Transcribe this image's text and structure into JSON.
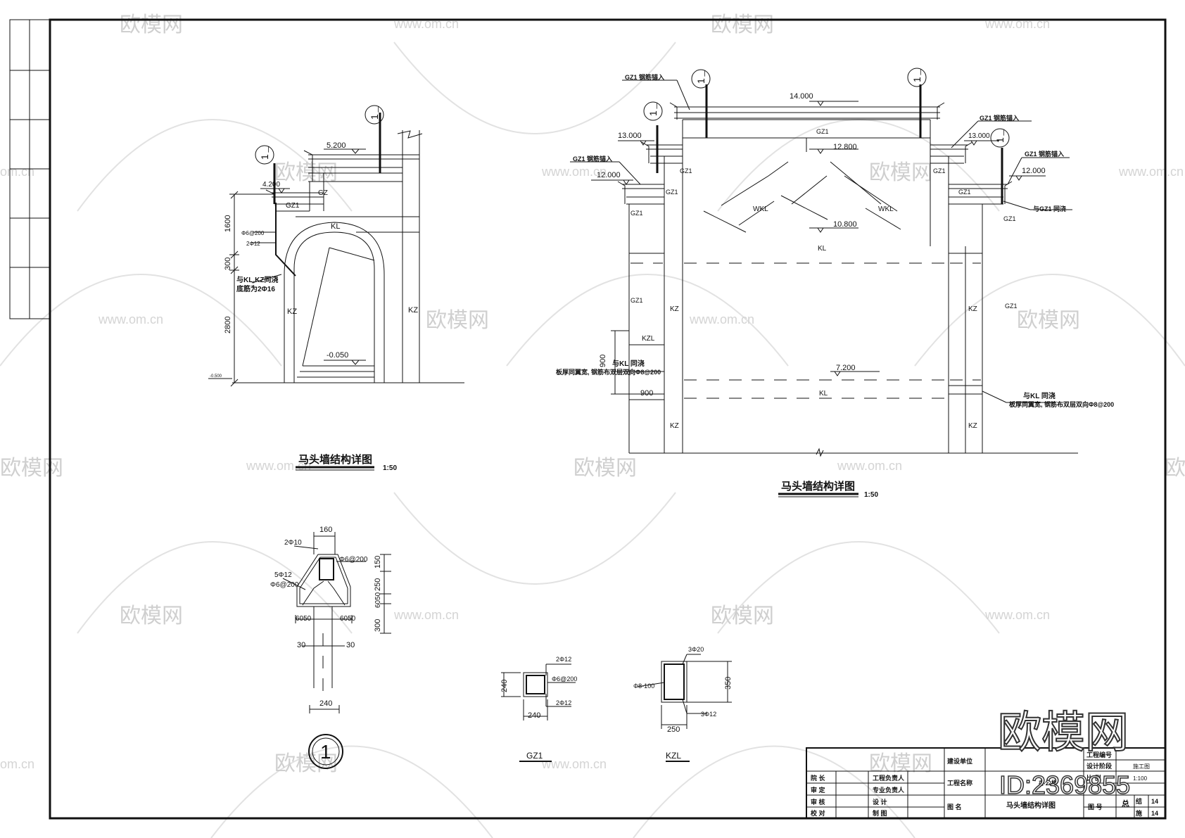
{
  "watermark": {
    "brand": "欧模网",
    "url": "www.om.cn",
    "url_partial": "om.cn",
    "brand_partial": "欧模网",
    "big_logo": "欧模网",
    "id_text": "ID:2369855"
  },
  "left_elevation": {
    "title": "马头墙结构详图",
    "scale": "1:50",
    "elev_top": "5.200",
    "elev_mid": "4.200",
    "elev_bottom": "-0.050",
    "elev_small": "-0.500",
    "dim_1": "1600",
    "dim_2": "300",
    "dim_3": "2800",
    "gz": "GZ",
    "gz1": "GZ1",
    "kl": "KL",
    "kz_left": "KZ",
    "kz_right": "KZ",
    "rebar_1": "Φ6@200",
    "rebar_2": "2Φ12",
    "note_1": "与KL,KZ同浇",
    "note_2": "底筋为2Φ16",
    "sec_mark": "1",
    "sec_sub": "一"
  },
  "right_elevation": {
    "title": "马头墙结构详图",
    "scale": "1:50",
    "e_14000": "14.000",
    "e_13000_l": "13.000",
    "e_13000_r": "13.000",
    "e_12800": "12.800",
    "e_12000_l": "12.000",
    "e_12000_r": "12.000",
    "e_10800": "10.800",
    "e_7200": "7.200",
    "gz1_anchor_1": "GZ1 钢筋锚入",
    "gz1_anchor_2": "GZ1 钢筋锚入",
    "gz1_anchor_3": "GZ1 钢筋锚入",
    "gz1_anchor_4": "GZ1 钢筋锚入",
    "gz1_pour": "与GZ1 同浇",
    "wkl_l": "WKL",
    "wkl_r": "WKL",
    "kl_1": "KL",
    "kl_2": "KL",
    "kz_1": "KZ",
    "kz_2": "KZ",
    "kz_3": "KZ",
    "kz_4": "KZ",
    "kzl": "KZL",
    "gz1_a": "GZ1",
    "gz1_b": "GZ1",
    "gz1_c": "GZ1",
    "gz1_d": "GZ1",
    "gz1_e": "GZ1",
    "gz1_f": "GZ1",
    "gz1_g": "GZ1",
    "gz1_h": "GZ1",
    "gz1_i": "GZ1",
    "dim_900_v": "900",
    "dim_900_h": "900",
    "note_kl_l": "与KL 同浇",
    "note_slab_l": "板厚同翼宽, 钢筋布双层双向Φ8@200",
    "note_kl_r": "与KL 同浇",
    "note_slab_r": "板厚同翼宽, 钢筋布双层双向Φ8@200",
    "sec_mark": "1",
    "sec_sub": "一"
  },
  "section_1": {
    "mark": "1",
    "d160": "160",
    "r_2phi10": "2Φ10",
    "r_phi6_top": "Φ6@200",
    "r_5phi12": "5Φ12",
    "r_phi6_left": "Φ6@200",
    "d150": "150",
    "d250": "250",
    "d6050_r": "6050",
    "d300": "300",
    "d6050_a": "6050",
    "d6050_b": "6050",
    "d30_l": "30",
    "d30_r": "30",
    "d240": "240"
  },
  "gz1_section": {
    "label": "GZ1",
    "r_top": "2Φ12",
    "r_mid": "Φ6@200",
    "r_bot": "2Φ12",
    "d_h": "240",
    "d_w": "240"
  },
  "kzl_section": {
    "label": "KZL",
    "r_top": "3Φ20",
    "r_left": "Φ8-100",
    "r_bot": "3Φ12",
    "d_h": "350",
    "d_w": "250"
  },
  "title_block": {
    "c_build": "建设单位",
    "c_proj": "工程名称",
    "c_proj_val": "办公楼",
    "c_dwg": "图  名",
    "c_dwg_val": "马头墙结构详图",
    "r1a": "院  长",
    "r1b": "工程负责人",
    "r2a": "审  定",
    "r2b": "专业负责人",
    "r3a": "审  核",
    "r3b": "设  计",
    "r4a": "校  对",
    "r4b": "制  图",
    "stage_a": "工程编号",
    "stage_b": "设计阶段",
    "stage_c": "施工图",
    "scale_lbl": "比  例",
    "scale_val": "1:100",
    "no_lbl": "图  号",
    "total_lbl": "总",
    "total_a": "结",
    "total_a_val": "14",
    "total_b": "施",
    "total_b_val": "14"
  }
}
